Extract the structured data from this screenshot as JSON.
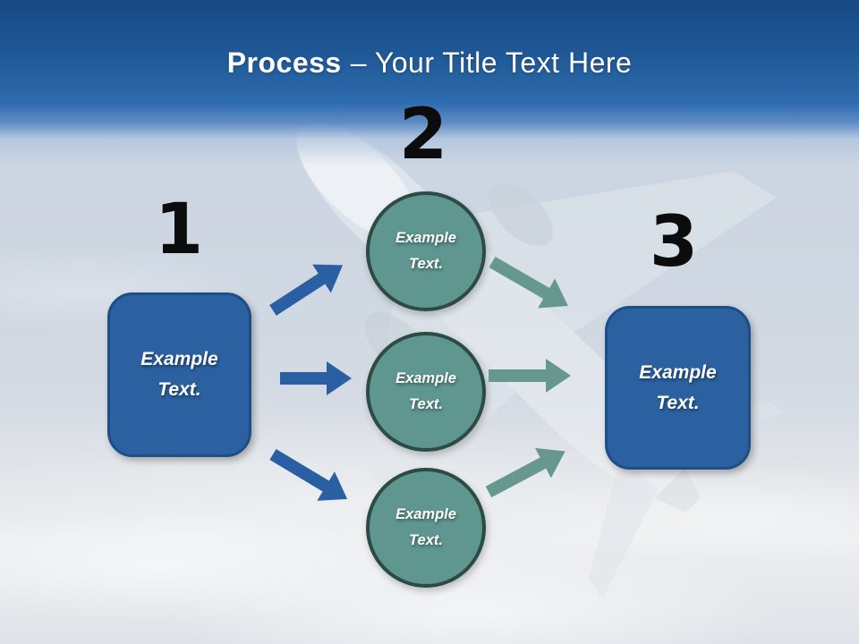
{
  "title": {
    "emphasis": "Process",
    "rest": "– Your Title Text Here"
  },
  "steps": {
    "one": {
      "number": "1",
      "label": "Example Text."
    },
    "two": {
      "number": "2",
      "circles": [
        {
          "label": "Example Text."
        },
        {
          "label": "Example Text."
        },
        {
          "label": "Example Text."
        }
      ]
    },
    "three": {
      "number": "3",
      "label": "Example Text."
    }
  },
  "colors": {
    "header_blue_top": "#174a83",
    "header_blue_bottom": "#2e6bb0",
    "title_white": "#ffffff",
    "number_black": "#0c0c0c",
    "box_fill": "#2b61a0",
    "box_border": "#1d4e85",
    "circle_fill": "#5f968f",
    "circle_border": "#2c4b43",
    "arrow_blue": "#2a5fa3",
    "arrow_teal": "#66988f"
  }
}
